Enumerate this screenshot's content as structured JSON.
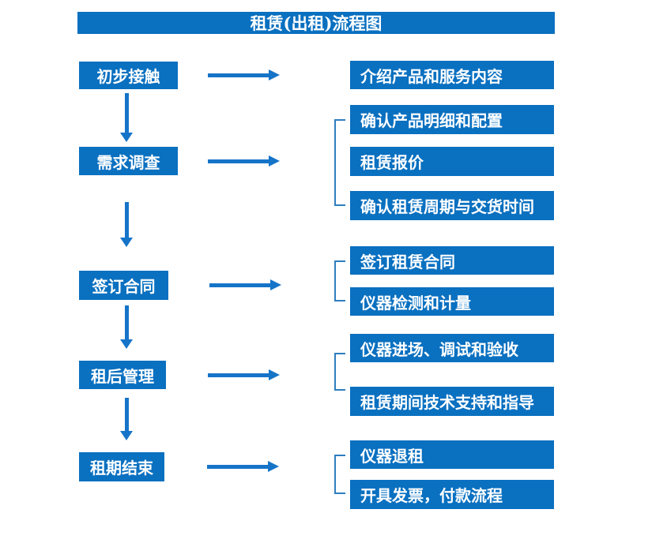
{
  "title": "租赁(出租)流程图",
  "colors": {
    "box_blue": "#0a70c0",
    "arrow_blue": "#1574c8",
    "bracket_blue": "#2e7ec0",
    "text_white": "#ffffff"
  },
  "steps": [
    {
      "label": "初步接触",
      "outputs": [
        "介绍产品和服务内容"
      ]
    },
    {
      "label": "需求调查",
      "outputs": [
        "确认产品明细和配置",
        "租赁报价",
        "确认租赁周期与交货时间"
      ]
    },
    {
      "label": "签订合同",
      "outputs": [
        "签订租赁合同",
        "仪器检测和计量"
      ]
    },
    {
      "label": "租后管理",
      "outputs": [
        "仪器进场、调试和验收",
        "租赁期间技术支持和指导"
      ]
    },
    {
      "label": "租期结束",
      "outputs": [
        "仪器退租",
        "开具发票，付款流程"
      ]
    }
  ]
}
